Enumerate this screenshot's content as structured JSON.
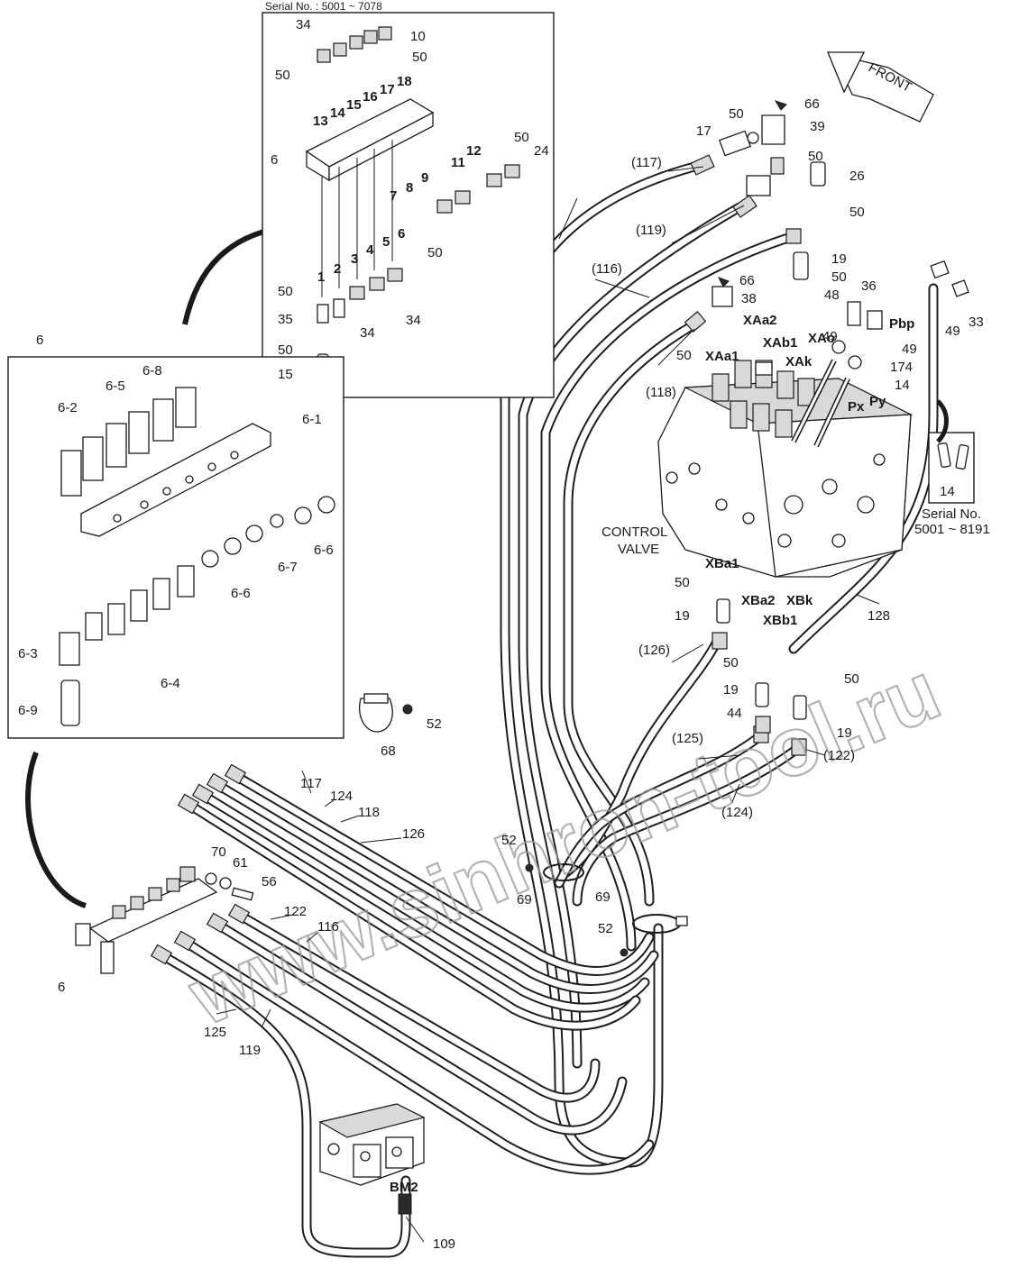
{
  "inset_top": {
    "serial": "Serial No. : 5001 ~ 7078"
  },
  "inset_right": {
    "serial_line1": "Serial No.",
    "serial_line2": "5001 ~ 8191",
    "part": "14"
  },
  "inset_left": {
    "title": "6"
  },
  "front_label": "FRONT",
  "control_valve": [
    "CONTROL",
    "VALVE"
  ],
  "watermark": "www.sinhron-tool.ru",
  "ports": {
    "xaa2": "XAa2",
    "xab1": "XAb1",
    "xaa1": "XAa1",
    "xao": "XAo",
    "xak": "XAk",
    "pbp": "Pbp",
    "px": "Px",
    "py": "Py",
    "xba1": "XBa1",
    "xba2": "XBa2",
    "xbk": "XBk",
    "xbb1": "XBb1",
    "bm2": "BM2"
  },
  "hoses": {
    "h117": "(117)",
    "h119": "(119)",
    "h116": "(116)",
    "h118": "(118)",
    "h126": "(126)",
    "h125": "(125)",
    "h124": "(124)",
    "h122": "(122)",
    "b117": "117",
    "b124": "124",
    "b118": "118",
    "b126": "126",
    "b122": "122",
    "b116": "116",
    "b125": "125",
    "b119": "119",
    "h128": "128",
    "h109": "109"
  },
  "callouts_top_inset": {
    "c34a": "34",
    "c10": "10",
    "c50a": "50",
    "c50b": "50",
    "c18": "18",
    "c17": "17",
    "c16": "16",
    "c15": "15",
    "c14": "14",
    "c13": "13",
    "c6": "6",
    "c12": "12",
    "c50c": "50",
    "c24": "24",
    "c11": "11",
    "c9": "9",
    "c8": "8",
    "c7": "7",
    "c6b": "6",
    "c5": "5",
    "c4": "4",
    "c3": "3",
    "c2": "2",
    "c1": "1",
    "c50d": "50",
    "c50e": "50",
    "c35": "35",
    "c34b": "34",
    "c34c": "34",
    "c50f": "50",
    "c15b": "15"
  },
  "callouts_left_inset": {
    "c68": "6-8",
    "c65": "6-5",
    "c62": "6-2",
    "c61": "6-1",
    "c66a": "6-6",
    "c67": "6-7",
    "c66b": "6-6",
    "c63": "6-3",
    "c64": "6-4",
    "c69": "6-9"
  },
  "callouts_main": {
    "c66": "66",
    "c39": "39",
    "c17": "17",
    "c50a": "50",
    "c50b": "50",
    "c26": "26",
    "c50c": "50",
    "c19a": "19",
    "c50d": "50",
    "c66b": "66",
    "c38": "38",
    "c36": "36",
    "c48": "48",
    "c49a": "49",
    "c49b": "49",
    "c49c": "49",
    "c33": "33",
    "c174": "174",
    "c14": "14",
    "c50e": "50",
    "c50f": "50",
    "c19b": "19",
    "c50g": "50",
    "c50h": "50",
    "c19c": "19",
    "c44": "44",
    "c19d": "19",
    "c52a": "52",
    "c68": "68",
    "c70": "70",
    "c61": "61",
    "c56": "56",
    "c52b": "52",
    "c69a": "69",
    "c69b": "69",
    "c52c": "52",
    "c6": "6"
  }
}
